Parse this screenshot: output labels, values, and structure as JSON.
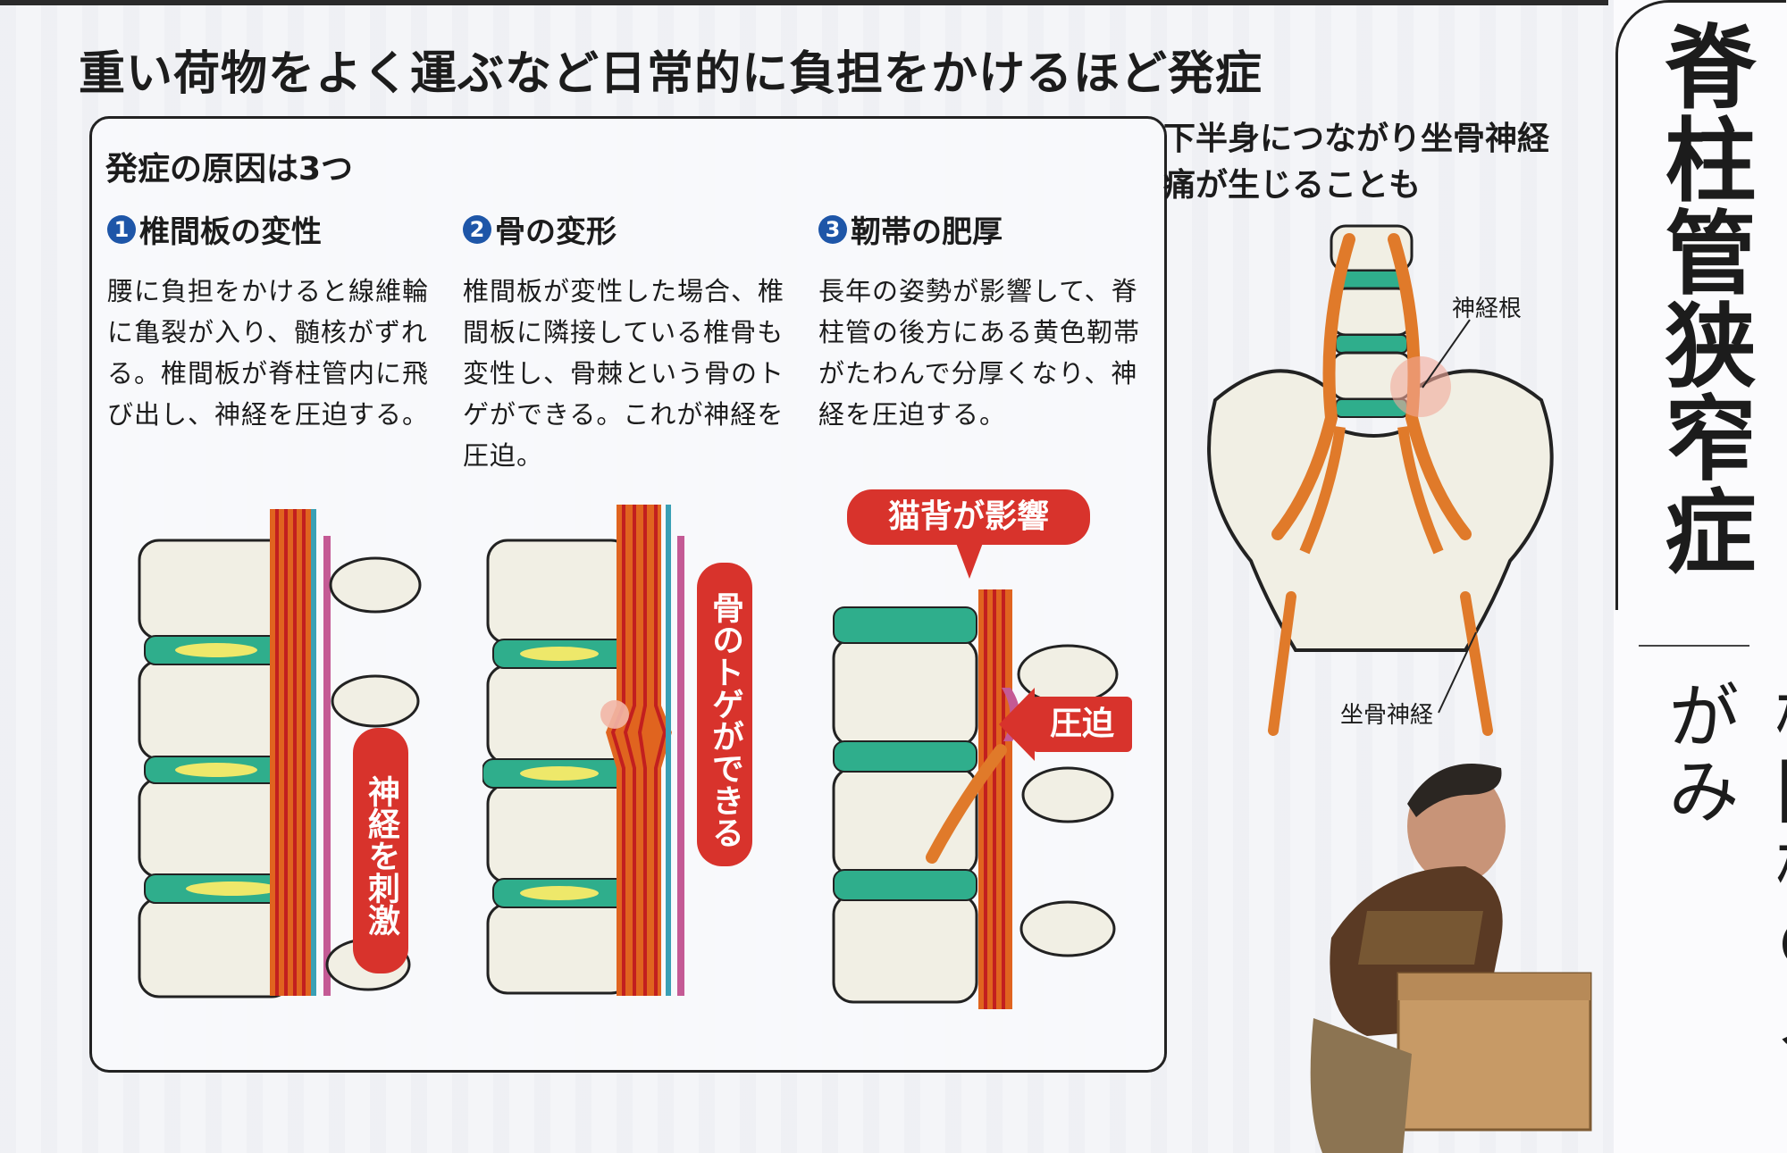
{
  "headline": "重い荷物をよく運ぶなど日常的に負担をかけるほど発症",
  "box_title": "発症の原因は3つ",
  "causes": [
    {
      "num": "1",
      "title": "椎間板の変性",
      "body": "腰に負担をかけると線維輪に亀裂が入り、髄核がずれる。椎間板が脊柱管内に飛び出し、神経を圧迫する。"
    },
    {
      "num": "2",
      "title": "骨の変形",
      "body": "椎間板が変性した場合、椎間板に隣接している椎骨も変性し、骨棘という骨のトゲができる。これが神経を圧迫。"
    },
    {
      "num": "3",
      "title": "靭帯の肥厚",
      "body": "長年の姿勢が影響して、脊柱管の後方にある黄色靭帯がたわんで分厚くなり、神経を圧迫する。"
    }
  ],
  "callouts": {
    "nerve_stim": "神経を刺激",
    "bone_spur": "骨のトゲができる",
    "hunchback": "猫背が影響",
    "compression": "圧迫"
  },
  "right_title": "下半身につながり坐骨神経痛が生じることも",
  "labels": {
    "nerve_root": "神経根",
    "sciatic": "坐骨神経"
  },
  "side_title": "脊柱管狭窄症",
  "side_subtitle": "椎間板のズレがみ",
  "colors": {
    "accent_red": "#d8332c",
    "num_blue": "#1e56a8",
    "bone": "#f1efe4",
    "disc": "#2fae8c",
    "nerve": "#e07a2a"
  }
}
